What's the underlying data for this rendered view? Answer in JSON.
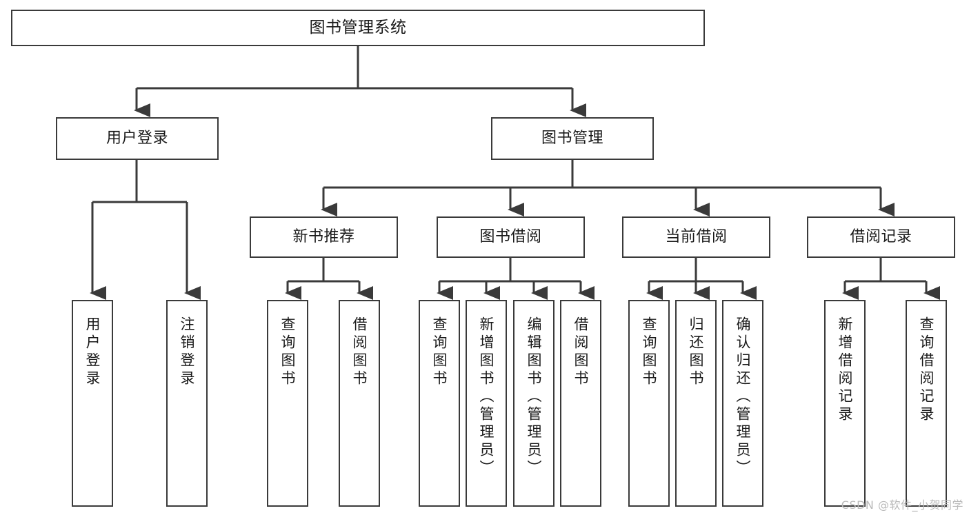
{
  "diagram": {
    "type": "tree-hierarchy-flowchart",
    "title": "图书管理系统",
    "root": {
      "id": "root",
      "label": "图书管理系统"
    },
    "level2": [
      {
        "id": "user-login",
        "label": "用户登录"
      },
      {
        "id": "book-manage",
        "label": "图书管理"
      }
    ],
    "level3": [
      {
        "id": "new-book-recommend",
        "label": "新书推荐",
        "parent": "book-manage"
      },
      {
        "id": "book-borrow",
        "label": "图书借阅",
        "parent": "book-manage"
      },
      {
        "id": "current-borrow",
        "label": "当前借阅",
        "parent": "book-manage"
      },
      {
        "id": "borrow-record",
        "label": "借阅记录",
        "parent": "book-manage"
      }
    ],
    "leaves": {
      "user_login": [
        {
          "id": "leaf-user-login",
          "label": "用户登录"
        },
        {
          "id": "leaf-logout",
          "label": "注销登录"
        }
      ],
      "new_book_recommend": [
        {
          "id": "leaf-query-book-1",
          "label": "查询图书"
        },
        {
          "id": "leaf-borrow-book-1",
          "label": "借阅图书"
        }
      ],
      "book_borrow": [
        {
          "id": "leaf-query-book-2",
          "label": "查询图书"
        },
        {
          "id": "leaf-add-book",
          "label": "新增图书（管理员）"
        },
        {
          "id": "leaf-edit-book",
          "label": "编辑图书（管理员）"
        },
        {
          "id": "leaf-borrow-book-2",
          "label": "借阅图书"
        }
      ],
      "current_borrow": [
        {
          "id": "leaf-query-book-3",
          "label": "查询图书"
        },
        {
          "id": "leaf-return-book",
          "label": "归还图书"
        },
        {
          "id": "leaf-confirm-return",
          "label": "确认归还（管理员）"
        }
      ],
      "borrow_record": [
        {
          "id": "leaf-add-record",
          "label": "新增借阅记录"
        },
        {
          "id": "leaf-query-record",
          "label": "查询借阅记录"
        }
      ]
    },
    "watermark": "CSDN @软件_小贺同学",
    "colors": {
      "stroke": "#3a3a3a",
      "fill": "#ffffff",
      "text": "#1a1a1a",
      "watermark": "#b9b9b9"
    }
  }
}
